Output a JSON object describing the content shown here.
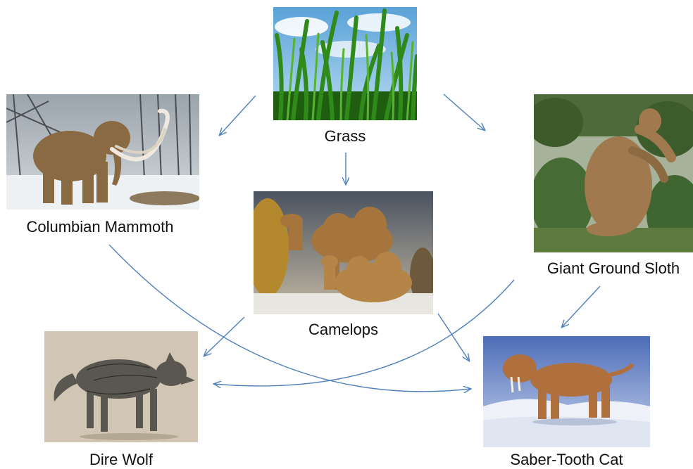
{
  "diagram": {
    "nodes": {
      "grass": {
        "label": "Grass",
        "icon": "grass-image"
      },
      "mammoth": {
        "label": "Columbian Mammoth",
        "icon": "mammoth-image"
      },
      "sloth": {
        "label": "Giant Ground Sloth",
        "icon": "sloth-image"
      },
      "camelops": {
        "label": "Camelops",
        "icon": "camel-image"
      },
      "wolf": {
        "label": "Dire Wolf",
        "icon": "wolf-image"
      },
      "cat": {
        "label": "Saber-Tooth Cat",
        "icon": "saber-tooth-cat-image"
      }
    },
    "edges": [
      {
        "from": "grass",
        "to": "mammoth"
      },
      {
        "from": "grass",
        "to": "camelops"
      },
      {
        "from": "grass",
        "to": "sloth"
      },
      {
        "from": "mammoth",
        "to": "cat"
      },
      {
        "from": "camelops",
        "to": "wolf"
      },
      {
        "from": "camelops",
        "to": "cat"
      },
      {
        "from": "sloth",
        "to": "wolf"
      },
      {
        "from": "sloth",
        "to": "cat"
      }
    ],
    "arrow_color": "#4f81bd"
  }
}
